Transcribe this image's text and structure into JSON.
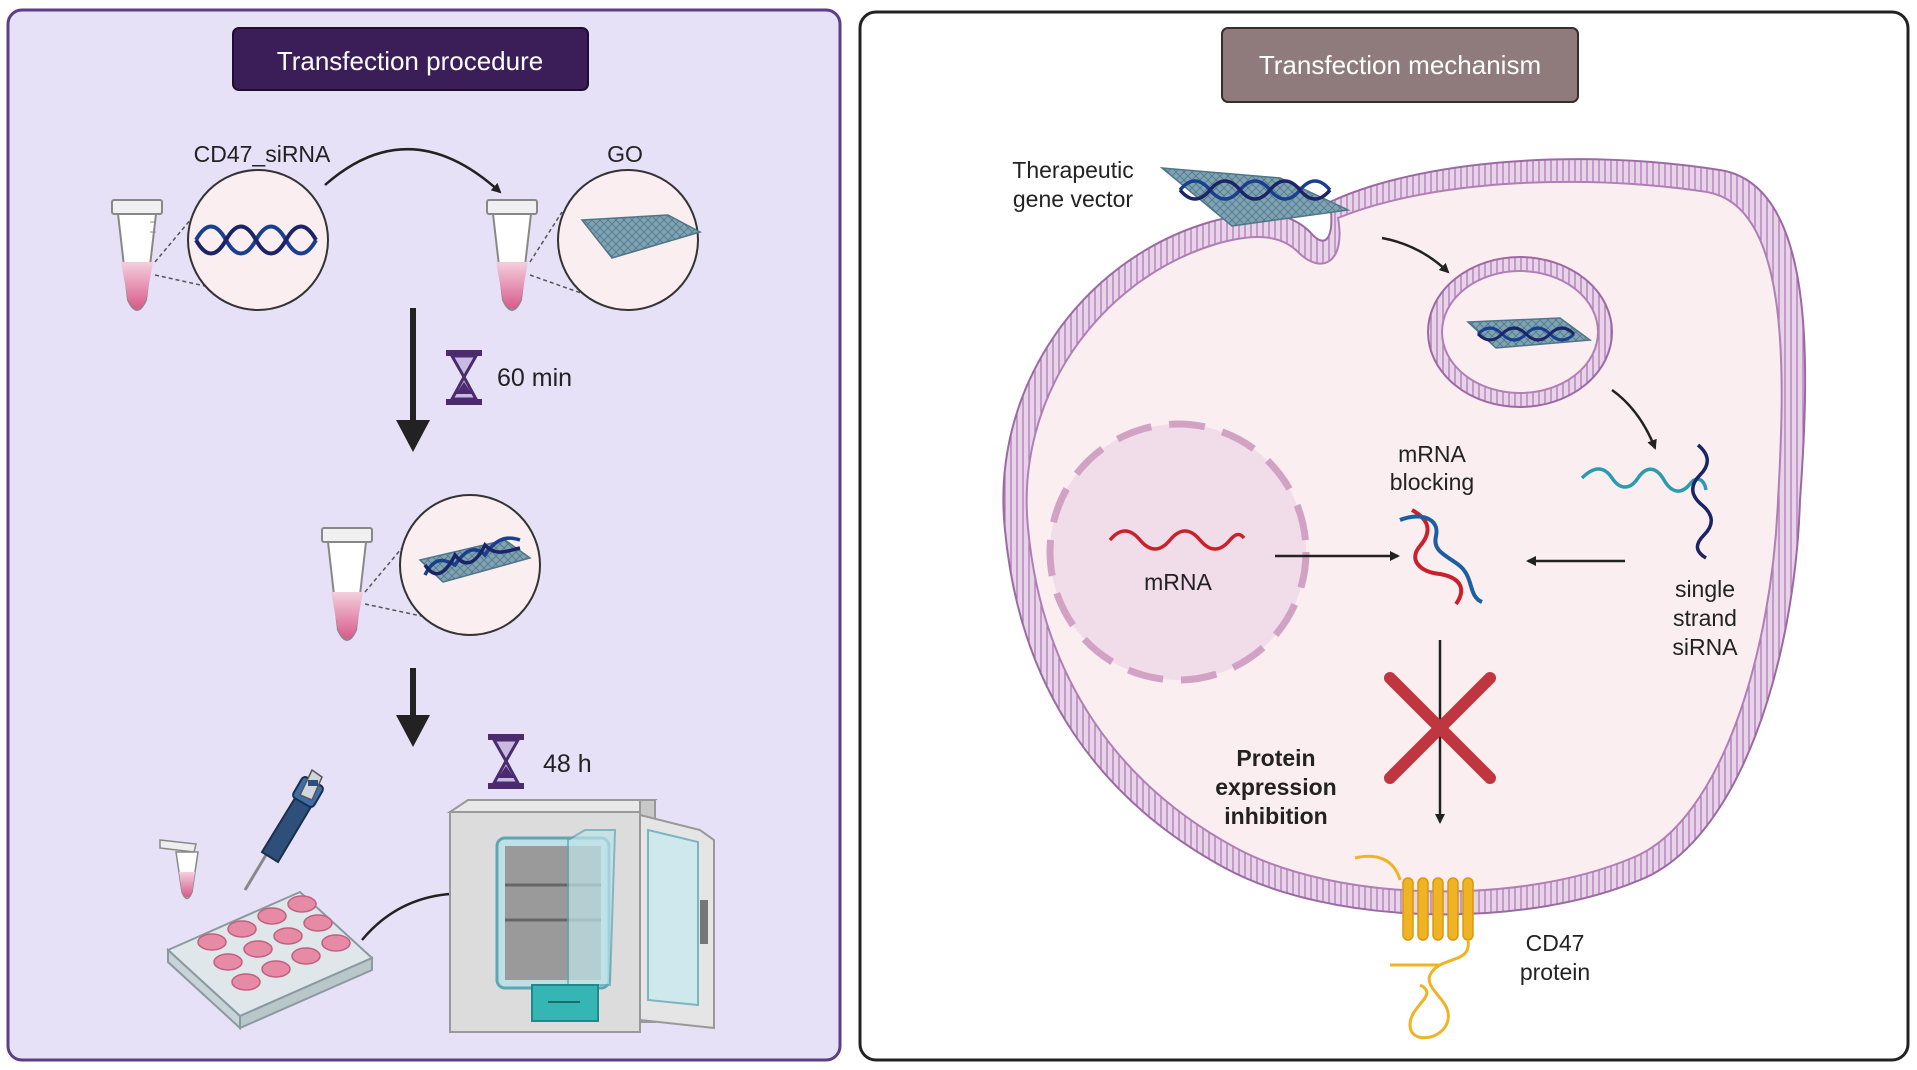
{
  "left_panel": {
    "title": "Transfection procedure",
    "label_sirna": "CD47_siRNA",
    "label_go": "GO",
    "time_1": "60 min",
    "time_2": "48 h"
  },
  "right_panel": {
    "title": "Transfection mechanism",
    "vector_label_1": "Therapeutic",
    "vector_label_2": "gene vector",
    "mrna_label": "mRNA",
    "blocking_label_1": "mRNA",
    "blocking_label_2": "blocking",
    "sirna_label_1": "single",
    "sirna_label_2": "strand",
    "sirna_label_3": "siRNA",
    "inhibition_label_1": "Protein",
    "inhibition_label_2": "expression",
    "inhibition_label_3": "inhibition",
    "cd47_label_1": "CD47",
    "cd47_label_2": "protein"
  },
  "colors": {
    "left_bg": "#e6e1f6",
    "left_border": "#5a3f86",
    "left_title_bg": "#3b1d57",
    "right_title_bg": "#8f7b7b",
    "cell_fill": "#fbeef0",
    "membrane": "#a878ad",
    "nucleus": "#d9a8c8",
    "dna_blue": "#1b3f8f",
    "dna_navy": "#1a2466",
    "rna_red": "#c9212b",
    "sirna_teal": "#2b9bb0",
    "cross_red": "#c0363e",
    "protein_gold": "#f0b323",
    "tube_pink": "#e07098",
    "go_sheet": "#5d8a9e"
  }
}
